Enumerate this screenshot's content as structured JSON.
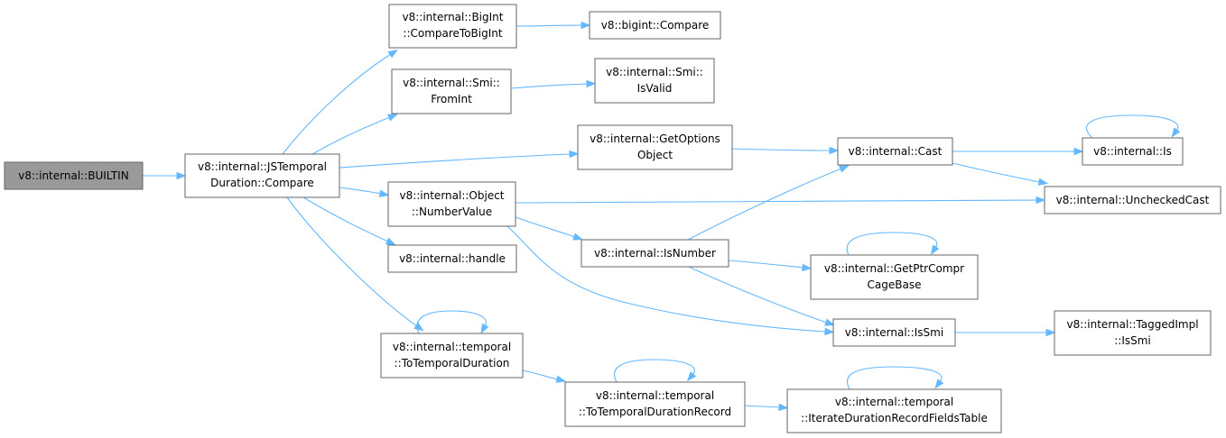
{
  "colors": {
    "edge": "#63b8ff",
    "node_border": "#666666",
    "root_fill": "#999999",
    "node_fill": "#ffffff"
  },
  "nodes": {
    "builtin": [
      "v8::internal::BUILTIN"
    ],
    "jstemporal_compare": [
      "v8::internal::JSTemporal",
      "Duration::Compare"
    ],
    "bigint_compare_to_bigint": [
      "v8::internal::BigInt",
      "::CompareToBigInt"
    ],
    "bigint_compare": [
      "v8::bigint::Compare"
    ],
    "smi_fromint": [
      "v8::internal::Smi::",
      "FromInt"
    ],
    "smi_isvalid": [
      "v8::internal::Smi::",
      "IsValid"
    ],
    "get_options_object": [
      "v8::internal::GetOptions",
      "Object"
    ],
    "cast": [
      "v8::internal::Cast"
    ],
    "is": [
      "v8::internal::Is"
    ],
    "unchecked_cast": [
      "v8::internal::UncheckedCast"
    ],
    "object_number_value": [
      "v8::internal::Object",
      "::NumberValue"
    ],
    "is_number": [
      "v8::internal::IsNumber"
    ],
    "handle": [
      "v8::internal::handle"
    ],
    "get_ptr_compr_cage_base": [
      "v8::internal::GetPtrCompr",
      "CageBase"
    ],
    "is_smi": [
      "v8::internal::IsSmi"
    ],
    "tagged_impl_is_smi": [
      "v8::internal::TaggedImpl",
      "::IsSmi"
    ],
    "to_temporal_duration": [
      "v8::internal::temporal",
      "::ToTemporalDuration"
    ],
    "to_temporal_duration_record": [
      "v8::internal::temporal",
      "::ToTemporalDurationRecord"
    ],
    "iterate_duration_record_fields_table": [
      "v8::internal::temporal",
      "::IterateDurationRecordFieldsTable"
    ]
  },
  "edges": [
    [
      "builtin",
      "jstemporal_compare"
    ],
    [
      "jstemporal_compare",
      "bigint_compare_to_bigint"
    ],
    [
      "jstemporal_compare",
      "smi_fromint"
    ],
    [
      "jstemporal_compare",
      "get_options_object"
    ],
    [
      "jstemporal_compare",
      "object_number_value"
    ],
    [
      "jstemporal_compare",
      "handle"
    ],
    [
      "jstemporal_compare",
      "to_temporal_duration"
    ],
    [
      "bigint_compare_to_bigint",
      "bigint_compare"
    ],
    [
      "smi_fromint",
      "smi_isvalid"
    ],
    [
      "get_options_object",
      "cast"
    ],
    [
      "cast",
      "is"
    ],
    [
      "cast",
      "unchecked_cast"
    ],
    [
      "is",
      "is"
    ],
    [
      "object_number_value",
      "unchecked_cast"
    ],
    [
      "object_number_value",
      "is_number"
    ],
    [
      "object_number_value",
      "is_smi"
    ],
    [
      "is_number",
      "cast"
    ],
    [
      "is_number",
      "get_ptr_compr_cage_base"
    ],
    [
      "is_number",
      "is_smi"
    ],
    [
      "get_ptr_compr_cage_base",
      "get_ptr_compr_cage_base"
    ],
    [
      "is_smi",
      "tagged_impl_is_smi"
    ],
    [
      "to_temporal_duration",
      "to_temporal_duration"
    ],
    [
      "to_temporal_duration",
      "to_temporal_duration_record"
    ],
    [
      "to_temporal_duration_record",
      "to_temporal_duration_record"
    ],
    [
      "to_temporal_duration_record",
      "iterate_duration_record_fields_table"
    ],
    [
      "iterate_duration_record_fields_table",
      "iterate_duration_record_fields_table"
    ]
  ]
}
